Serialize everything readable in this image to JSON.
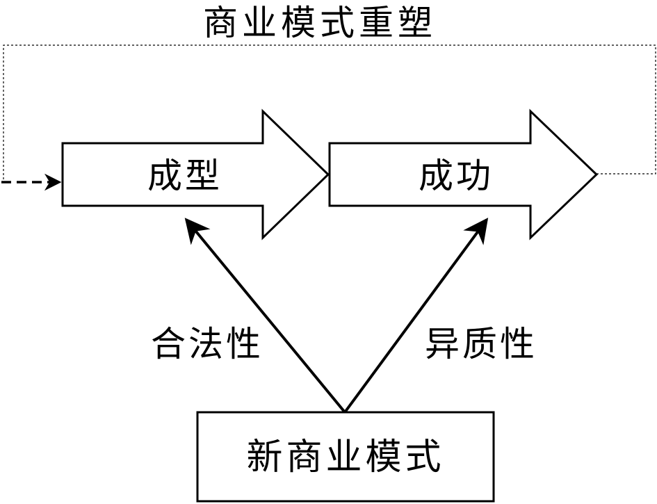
{
  "diagram": {
    "loop_label": "商业模式重塑",
    "stage_one_label": "成型",
    "stage_two_label": "成功",
    "left_arrow_label": "合法性",
    "right_arrow_label": "异质性",
    "source_box_label": "新商业模式"
  },
  "colors": {
    "stroke": "#000000",
    "background": "#ffffff"
  }
}
